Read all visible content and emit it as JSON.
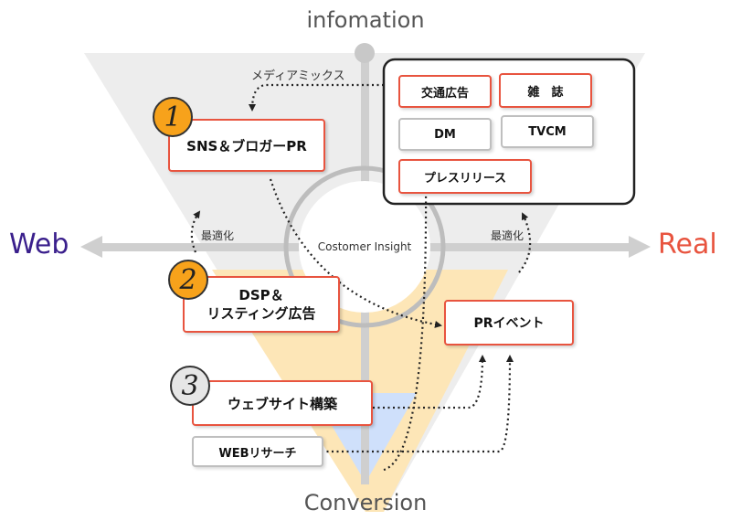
{
  "title_top": "infomation",
  "title_bottom": "Conversion",
  "axis": {
    "left": "Web",
    "right": "Real"
  },
  "center": "Costomer Insight",
  "annotations": {
    "media_mix": "メディアミックス",
    "optimize_left": "最適化",
    "optimize_right": "最適化"
  },
  "steps": [
    {
      "number": "1",
      "label": "SNS＆ブロガーPR"
    },
    {
      "number": "2",
      "label_line1": "DSP＆",
      "label_line2": "リスティング広告"
    },
    {
      "number": "3",
      "label": "ウェブサイト構築"
    }
  ],
  "web_research": "WEBリサーチ",
  "pr_event": "PRイベント",
  "media": {
    "traffic_ad": "交通広告",
    "magazine": "雑　誌",
    "dm": "DM",
    "tvcm": "TVCM",
    "press_release": "プレスリリース"
  },
  "colors": {
    "accent_red": "#e8543f",
    "web_blue": "#3a1f8c",
    "real_red": "#e8543f",
    "badge_orange": "#f7a21b"
  }
}
